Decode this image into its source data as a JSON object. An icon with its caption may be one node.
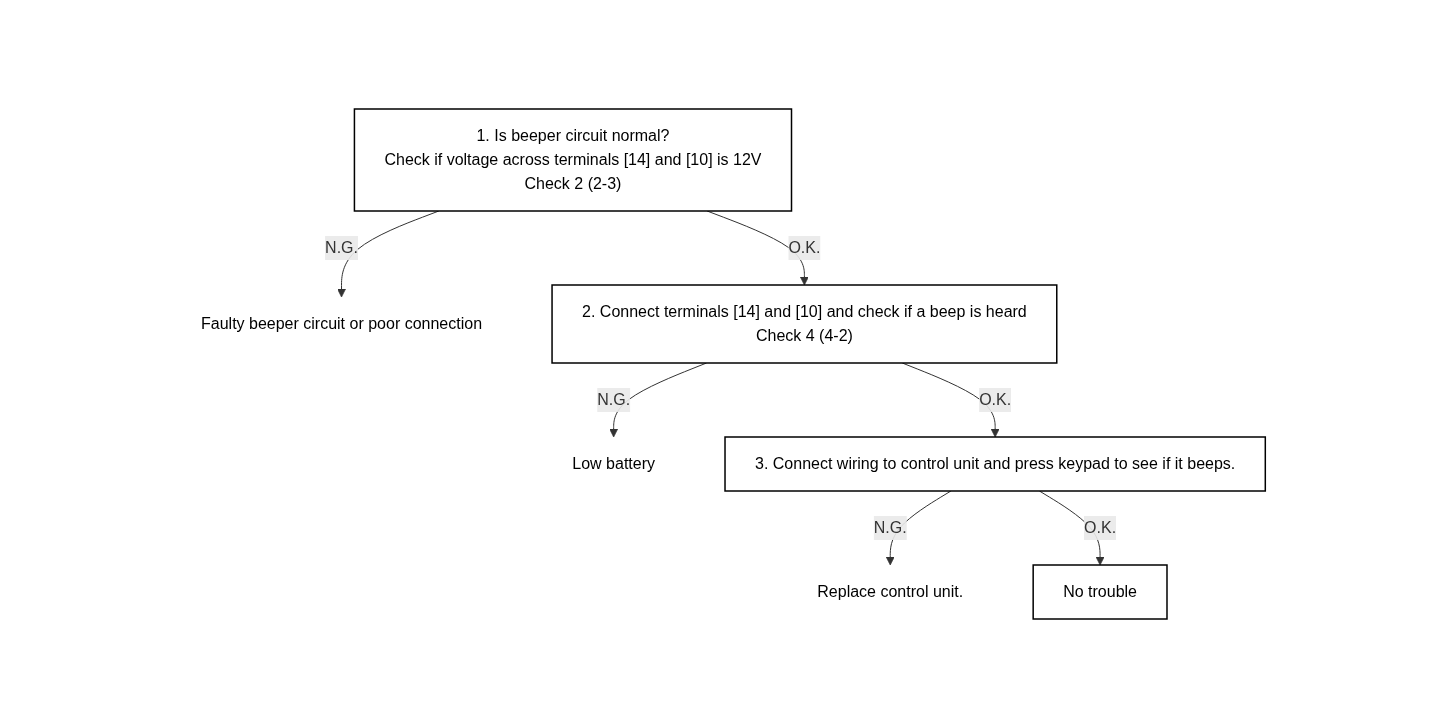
{
  "diagram": {
    "nodes": [
      {
        "text": [
          "1. Is beeper circuit normal?",
          "Check if voltage across terminals [14] and [10] is 12V",
          "Check 2 (2-3)"
        ]
      },
      {
        "text": [
          "Faulty beeper circuit or poor connection"
        ]
      },
      {
        "text": [
          "2. Connect terminals [14] and [10] and check if a beep is heard",
          "Check 4 (4-2)"
        ]
      },
      {
        "text": [
          "Low battery"
        ]
      },
      {
        "text": [
          "3. Connect wiring to control unit and press keypad to see if it beeps."
        ]
      },
      {
        "text": [
          "Replace control unit."
        ]
      },
      {
        "text": [
          "No trouble"
        ]
      }
    ],
    "edges": [
      {
        "from": 0,
        "to": 1,
        "arrow": "to",
        "label": "N.G."
      },
      {
        "from": 0,
        "to": 2,
        "arrow": "to",
        "label": "O.K."
      },
      {
        "from": 2,
        "to": 3,
        "arrow": "to",
        "label": "N.G."
      },
      {
        "from": 2,
        "to": 4,
        "arrow": "to",
        "label": "O.K."
      },
      {
        "from": 4,
        "to": 5,
        "arrow": "to",
        "label": "N.G."
      },
      {
        "from": 4,
        "to": 6,
        "arrow": "to",
        "label": "O.K."
      }
    ]
  }
}
